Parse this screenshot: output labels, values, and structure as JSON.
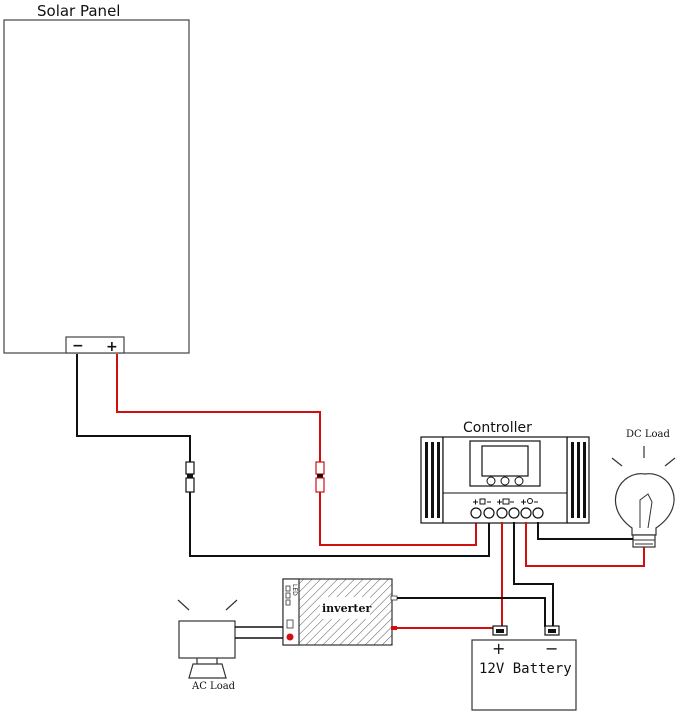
{
  "labels": {
    "solar_panel": "Solar Panel",
    "controller": "Controller",
    "dc_load": "DC Load",
    "inverter": "inverter",
    "battery": "12V Battery",
    "ac_load": "AC Load",
    "led": "LED"
  },
  "terminals": {
    "panel_negative": "−",
    "panel_positive": "+",
    "battery_positive": "+",
    "battery_negative": "−"
  },
  "colors": {
    "wire_positive": "#d01010",
    "wire_negative": "#111111",
    "outline": "#444444"
  }
}
